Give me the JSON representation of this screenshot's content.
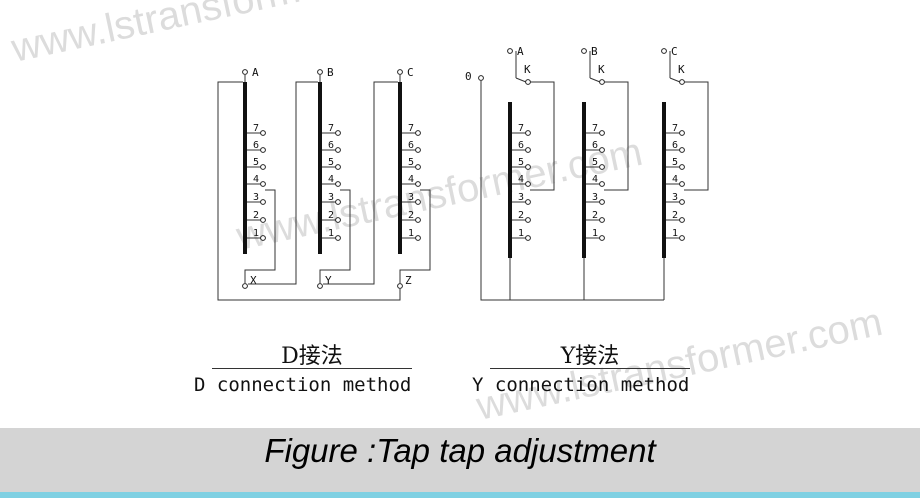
{
  "watermark": "www.lstransformer.com",
  "d_diagram": {
    "title": "D接法",
    "subtitle": "D connection method",
    "phases": [
      {
        "top": "A",
        "bottom": "X"
      },
      {
        "top": "B",
        "bottom": "Y"
      },
      {
        "top": "C",
        "bottom": "Z"
      }
    ]
  },
  "y_diagram": {
    "title": "Y接法",
    "subtitle": "Y connection method",
    "neutral": "0",
    "phases": [
      {
        "top": "A",
        "tap_switch": "K"
      },
      {
        "top": "B",
        "tap_switch": "K"
      },
      {
        "top": "C",
        "tap_switch": "K"
      }
    ]
  },
  "taps": [
    "7",
    "6",
    "5",
    "4",
    "3",
    "2",
    "1"
  ],
  "caption": "Figure :Tap tap adjustment",
  "colors": {
    "caption_bar": "#d4d4d4",
    "bottom_strip": "#7fd0e2",
    "watermark": "#dcdcdc"
  }
}
